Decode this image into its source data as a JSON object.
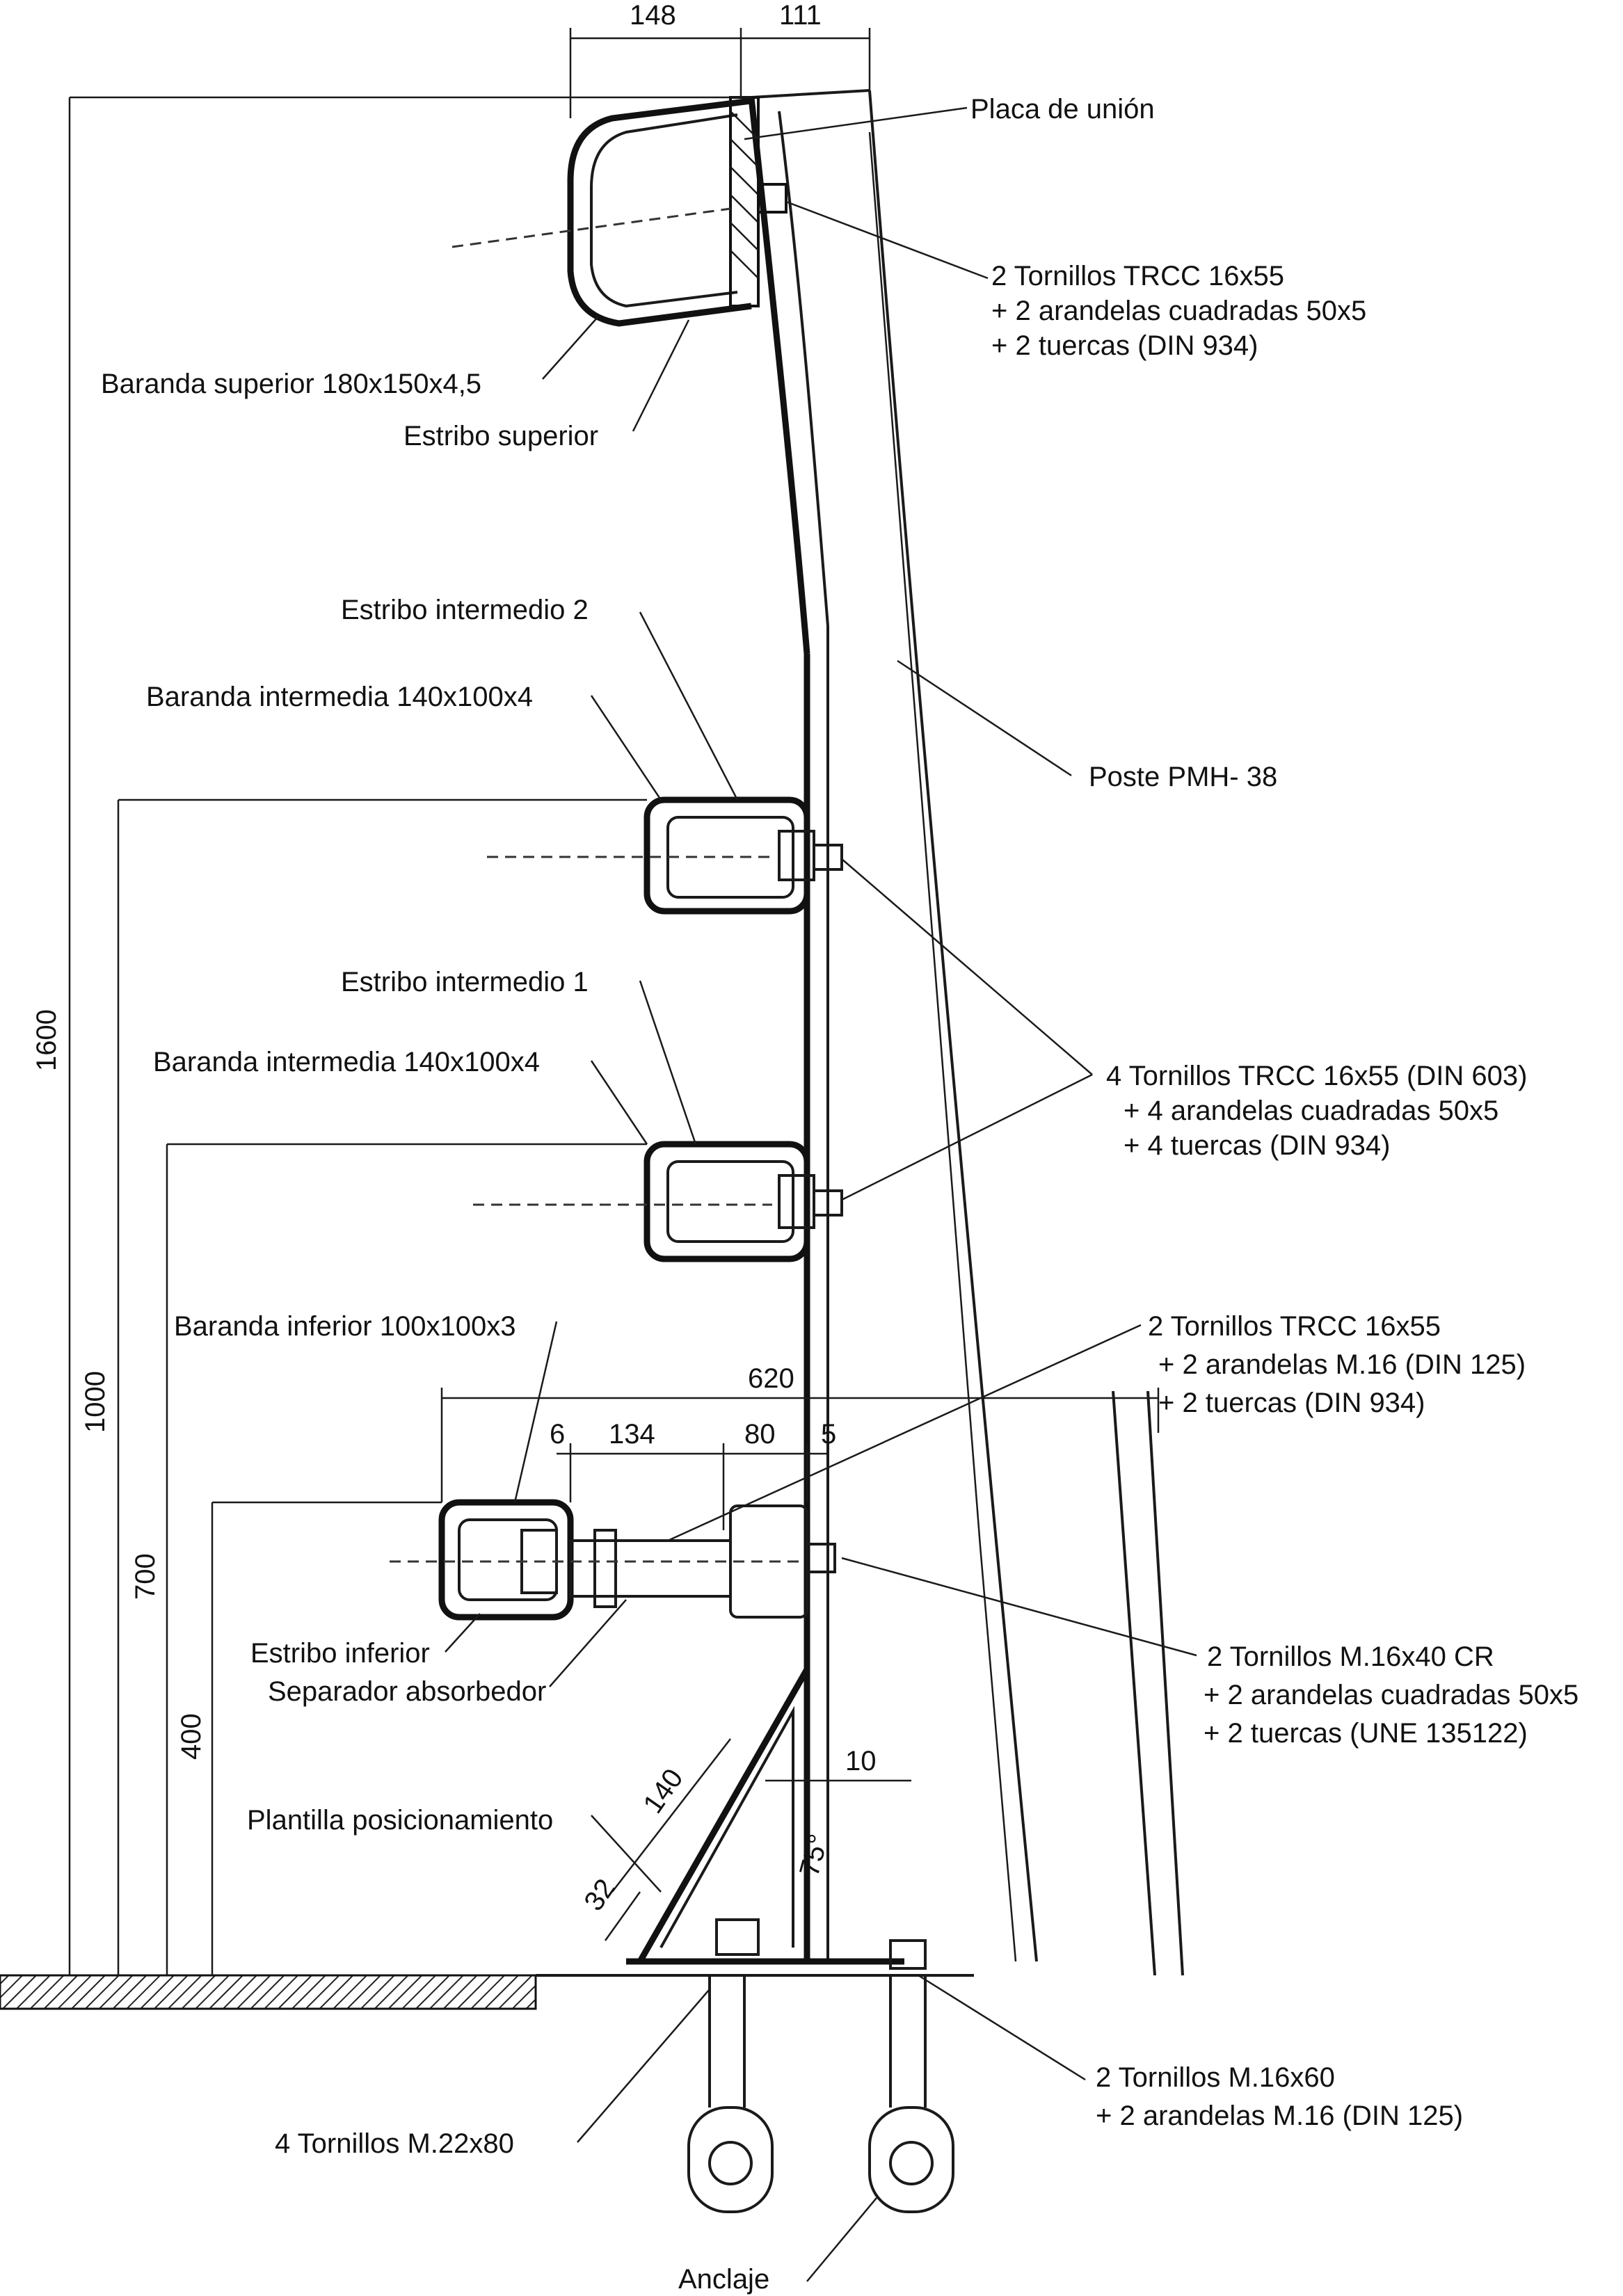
{
  "dimensions": {
    "d148": "148",
    "d111": "111",
    "d1600": "1600",
    "d1000": "1000",
    "d700": "700",
    "d400": "400",
    "d620": "620",
    "d6": "6",
    "d134": "134",
    "d80": "80",
    "d5": "5",
    "d10": "10",
    "d140": "140",
    "d32": "32",
    "d75": "75°"
  },
  "labels": {
    "placa_union": "Placa de unión",
    "tornillos_top_1": "2 Tornillos TRCC 16x55",
    "tornillos_top_2": "+ 2 arandelas cuadradas 50x5",
    "tornillos_top_3": "+ 2 tuercas (DIN 934)",
    "baranda_superior": "Baranda superior 180x150x4,5",
    "estribo_superior": "Estribo superior",
    "estribo_intermedio_2": "Estribo intermedio 2",
    "baranda_intermedia_a": "Baranda intermedia 140x100x4",
    "poste": "Poste PMH- 38",
    "estribo_intermedio_1": "Estribo intermedio 1",
    "baranda_intermedia_b": "Baranda intermedia 140x100x4",
    "tornillos_mid_1": "4 Tornillos TRCC 16x55 (DIN 603)",
    "tornillos_mid_2": "+ 4 arandelas cuadradas 50x5",
    "tornillos_mid_3": "+ 4 tuercas (DIN 934)",
    "baranda_inferior": "Baranda inferior 100x100x3",
    "tornillos_low_1": "2 Tornillos TRCC 16x55",
    "tornillos_low_2": "+ 2 arandelas M.16 (DIN 125)",
    "tornillos_low_3": "+ 2 tuercas (DIN 934)",
    "estribo_inferior": "Estribo inferior",
    "separador": "Separador absorbedor",
    "tornillos_m16x40_1": "2 Tornillos M.16x40 CR",
    "tornillos_m16x40_2": "+ 2 arandelas cuadradas 50x5",
    "tornillos_m16x40_3": "+ 2 tuercas (UNE 135122)",
    "plantilla": "Plantilla posicionamiento",
    "tornillos_m16x60_1": "2 Tornillos M.16x60",
    "tornillos_m16x60_2": "+ 2 arandelas M.16 (DIN 125)",
    "tornillos_m22": "4 Tornillos M.22x80",
    "anclaje": "Anclaje"
  }
}
